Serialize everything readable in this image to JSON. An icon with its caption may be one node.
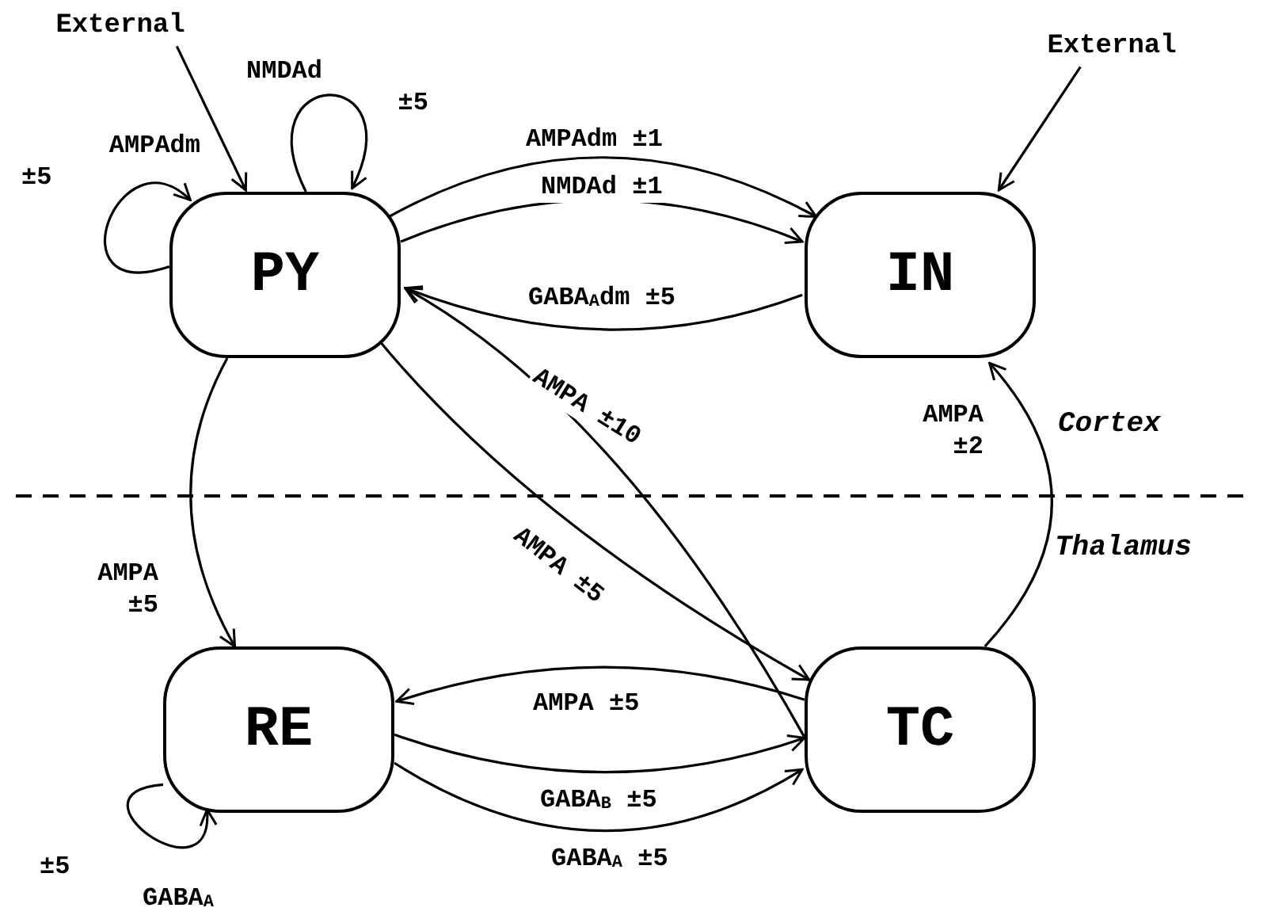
{
  "diagram": {
    "nodes": [
      {
        "text": [
          "External"
        ]
      },
      {
        "text": [
          "PY"
        ]
      },
      {
        "text": [
          "External"
        ]
      },
      {
        "text": [
          "IN"
        ]
      },
      {
        "text": [
          "RE"
        ]
      },
      {
        "text": [
          "TC"
        ]
      }
    ],
    "edges": [
      {
        "from": 0,
        "to": 1,
        "arrow": "to"
      },
      {
        "from": 1,
        "to": 1,
        "arrow": "to",
        "label": "AMPAdm ±5"
      },
      {
        "from": 1,
        "to": 1,
        "arrow": "to",
        "label": "NMDAd ±5"
      },
      {
        "from": 1,
        "to": 3,
        "arrow": "to",
        "label": "AMPAdm ±1"
      },
      {
        "from": 1,
        "to": 3,
        "arrow": "to",
        "label": "NMDAd ±1"
      },
      {
        "from": 3,
        "to": 1,
        "arrow": "to",
        "label": "GABA$_{A}$dm ±5"
      },
      {
        "from": 2,
        "to": 3,
        "arrow": "to"
      },
      {
        "from": 5,
        "to": 1,
        "arrow": "to",
        "label": "AMPA ±10"
      },
      {
        "from": 1,
        "to": 5,
        "arrow": "to",
        "label": "AMPA ±5"
      },
      {
        "from": 1,
        "to": 4,
        "arrow": "to",
        "label": "AMPA ±5"
      },
      {
        "from": 5,
        "to": 3,
        "arrow": "to",
        "label": "AMPA ±2"
      },
      {
        "from": 5,
        "to": 4,
        "arrow": "to",
        "label": "AMPA ±5"
      },
      {
        "from": 4,
        "to": 5,
        "arrow": "to",
        "label": "GABA$_{B}$ ±5"
      },
      {
        "from": 4,
        "to": 5,
        "arrow": "to",
        "label": "GABA$_{A}$ ±5"
      },
      {
        "from": 4,
        "to": 4,
        "arrow": "to",
        "label": "±5 GABA$_{A}$"
      }
    ],
    "labels": [
      "Cortex",
      "Thalamus"
    ]
  }
}
